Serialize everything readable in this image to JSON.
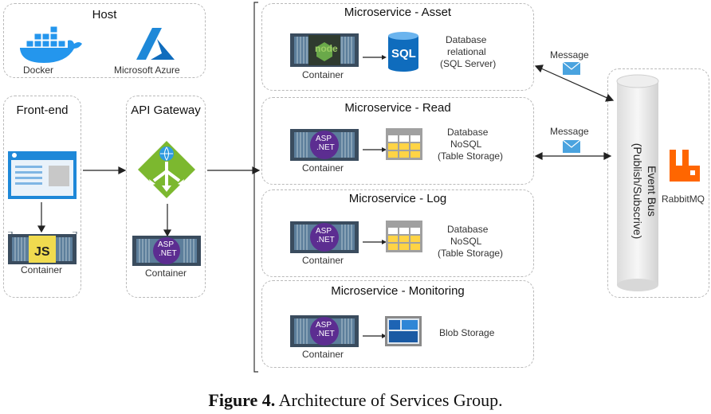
{
  "host": {
    "title": "Host",
    "docker_label": "Docker",
    "azure_label": "Microsoft Azure"
  },
  "frontend": {
    "title": "Front-end",
    "container_label": "Container",
    "js_text": "JS"
  },
  "gateway": {
    "title": "API Gateway",
    "container_label": "Container",
    "asp_text_1": "ASP",
    "asp_text_2": ".NET"
  },
  "services": [
    {
      "title": "Microservice - Asset",
      "container_label": "Container",
      "logo_text": "node",
      "db_badge": "SQL",
      "db_lines": [
        "Database",
        "relational",
        "(SQL Server)"
      ]
    },
    {
      "title": "Microservice - Read",
      "container_label": "Container",
      "asp_text_1": "ASP",
      "asp_text_2": ".NET",
      "db_lines": [
        "Database",
        "NoSQL",
        "(Table Storage)"
      ]
    },
    {
      "title": "Microservice - Log",
      "container_label": "Container",
      "asp_text_1": "ASP",
      "asp_text_2": ".NET",
      "db_lines": [
        "Database",
        "NoSQL",
        "(Table Storage)"
      ]
    },
    {
      "title": "Microservice - Monitoring",
      "container_label": "Container",
      "asp_text_1": "ASP",
      "asp_text_2": ".NET",
      "db_lines": [
        "Blob Storage"
      ]
    }
  ],
  "messages": {
    "top": "Message",
    "middle": "Message"
  },
  "event_bus": {
    "line1": "Event Bus",
    "line2": "(Publish/Subscrive)",
    "rabbit_label": "RabbitMQ"
  },
  "caption": {
    "bold": "Figure 4.",
    "text": " Architecture of Services Group."
  },
  "colors": {
    "azure": "#1e88d8",
    "docker": "#2496ed",
    "asp": "#5c2d91",
    "gateway": "#7cb82f",
    "js": "#f0db4f",
    "rabbit": "#ff6600",
    "node": "#6aa94a"
  }
}
